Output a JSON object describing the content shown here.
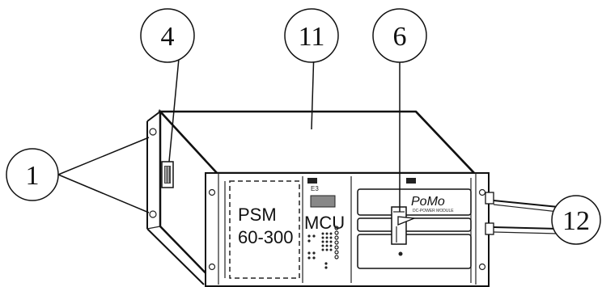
{
  "callouts": {
    "c1": "1",
    "c4": "4",
    "c11": "11",
    "c6": "6",
    "c12": "12"
  },
  "front_panel": {
    "psm_line1": "PSM",
    "psm_line2": "60-300",
    "mcu_label": "MCU",
    "pomo_label": "PoMo",
    "pomo_sublabel": "DC-POWER MODULE",
    "mcu_small_label": "E3"
  },
  "colors": {
    "line": "#111111",
    "background": "#ffffff"
  }
}
